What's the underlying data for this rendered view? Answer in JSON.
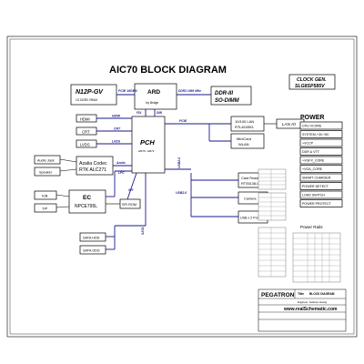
{
  "title": "AIC70 BLOCK DIAGRAM",
  "blocks": {
    "gpu": "N12P-GV",
    "gpu_vram": "1G DDR3 VRAM",
    "cpu": "ARD",
    "cpu_sub": "Ivy Bridge",
    "ddr": "DDR-III",
    "ddr_sub": "SO-DIMM",
    "clock": "CLOCK GEN.",
    "clock_sub": "SLG8SP585V",
    "pch": "PCH",
    "pch_sub": "HM76 / HM70",
    "hdmi": "HDMI",
    "crt": "CRT",
    "lvds": "LVDS",
    "lan": "10/100 LAN",
    "lan_sub": "RTL8105EL",
    "lanio": "LAN IO",
    "minicard": "MiniCard",
    "minicard_sub": "WLAN",
    "audiojack": "Audio Jack",
    "speaker": "Speaker",
    "azalia": "Azalia Codec",
    "azalia_sub": "RTK ALC271",
    "kb": "K/B",
    "tp": "T/P",
    "ec": "EC",
    "ec_sub": "NPCE795L",
    "spirom": "SPI ROM",
    "cardreader": "Card Reader",
    "cardreader_sub": "RTS5138-GR",
    "camera": "Camera",
    "usb": "USB x 2 Ports",
    "satahdd": "SATA HDD",
    "sataodd": "SATA ODD"
  },
  "bus_labels": {
    "pcie16": "PCIE 16GEN",
    "ddr": "DDR3 1066 MHz",
    "fdi": "FDI",
    "dmi": "DMI",
    "hdmi": "HDMI",
    "crt": "CRT",
    "lvds": "LVDS",
    "pcie": "PCIE",
    "azalia": "Azalia",
    "lpc": "LPC",
    "spi": "SPI",
    "usb2": "USB2.0",
    "usb2b": "USB2.0",
    "sata": "SATA"
  },
  "power": {
    "title": "POWER",
    "items": [
      "CPU VCORE",
      "SYSTEM,+3V,+5V",
      "+VCCP",
      "DDR & VTT",
      "+VGFX_CORE",
      "+VGA_CORE",
      "SMART CHARGER",
      "POWER DETECT",
      "LOAD SWITCH",
      "POWER PROTECT"
    ]
  },
  "power_rails_title": "Power Rails",
  "footer": {
    "brand": "PEGATRON",
    "title_label": "Title",
    "title_value": "BLOCK DIAGRAM",
    "engineer": "Engineer: Jackson Huang",
    "watermark": "www.realSchematic.com"
  }
}
